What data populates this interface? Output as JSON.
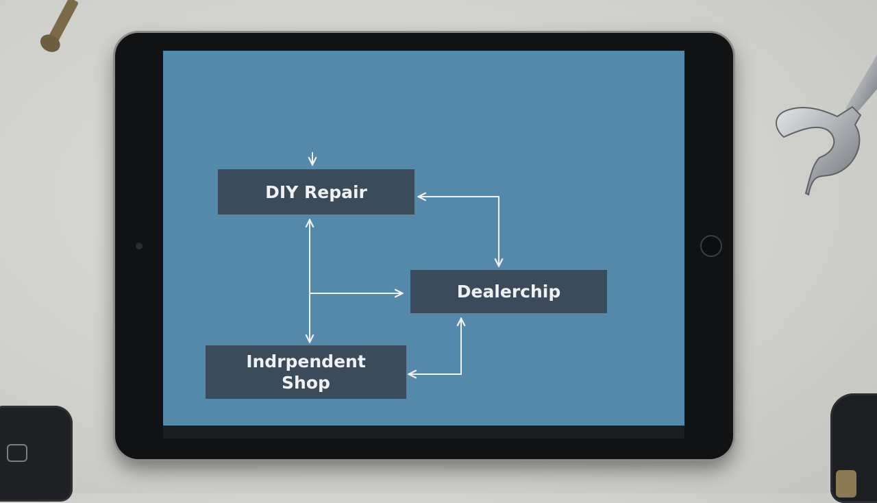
{
  "diagram": {
    "nodes": {
      "diy_repair": {
        "label": "DIY Repair"
      },
      "dealership": {
        "label": "Dealerchip"
      },
      "independent_shop": {
        "label_line1": "Indrpendent",
        "label_line2": "Shop"
      }
    }
  },
  "colors": {
    "screen": "#5589aa",
    "node_fill": "#3c4b5a",
    "node_text": "#eef2f5",
    "arrow": "#eef2f5",
    "tablet_bezel": "#111214",
    "surface": "#d3d3cf"
  },
  "props": {
    "tablet": "tablet-device",
    "left_top": "car-key",
    "right_top": "wrench",
    "bottom_left": "car-key-fob",
    "bottom_right": "car-key-fob"
  }
}
